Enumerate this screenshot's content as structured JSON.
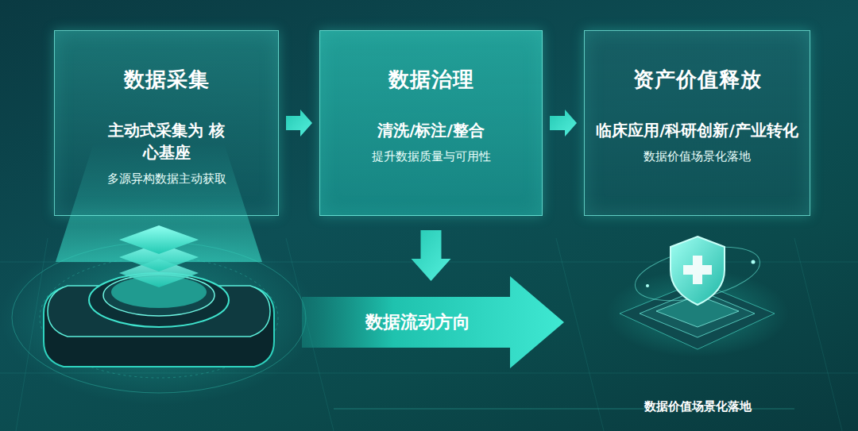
{
  "diagram": {
    "nodes": [
      {
        "text": [
          "数据采集",
          "主动式采集为 核心基座",
          "多源异构数据主动获取"
        ]
      },
      {
        "text": [
          "数据治理",
          "清洗/标注/整合",
          "提升数据质量与可用性"
        ]
      },
      {
        "text": [
          "资产价值释放",
          "临床应用/科研创新/产业转化",
          "数据价值场景化落地"
        ]
      },
      {
        "text": [
          "数据流动方向"
        ]
      }
    ],
    "edges": [
      {
        "from": 0,
        "to": 1,
        "arrow": "to"
      },
      {
        "from": 1,
        "to": 2,
        "arrow": "to"
      },
      {
        "from": 1,
        "to": 3,
        "arrow": "to"
      }
    ],
    "labels": [
      "数据价值场景化落地"
    ]
  }
}
